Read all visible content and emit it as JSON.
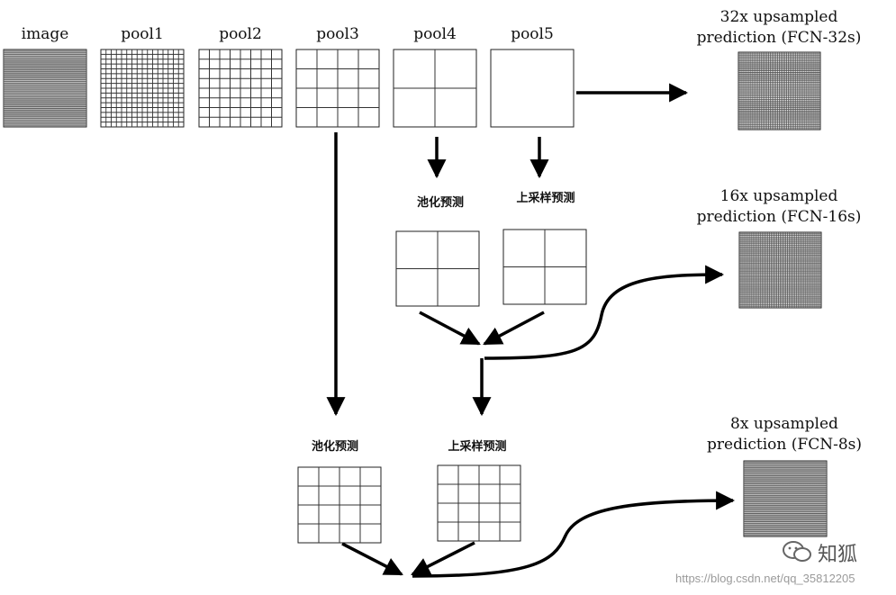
{
  "layers": {
    "image": "image",
    "pool1": "pool1",
    "pool2": "pool2",
    "pool3": "pool3",
    "pool4": "pool4",
    "pool5": "pool5"
  },
  "step_labels": {
    "pool_prediction": "池化预测",
    "upsample_prediction": "上采样预测"
  },
  "predictions": {
    "fcn32": {
      "line1": "32x upsampled",
      "line2": "prediction (FCN-32s)"
    },
    "fcn16": {
      "line1": "16x upsampled",
      "line2": "prediction (FCN-16s)"
    },
    "fcn8": {
      "line1": "8x upsampled",
      "line2": "prediction (FCN-8s)"
    }
  },
  "watermark": "https://blog.csdn.net/qq_35812205",
  "brand": "知狐",
  "icons": {
    "brand_logo": "wechat-like-logo-icon"
  }
}
